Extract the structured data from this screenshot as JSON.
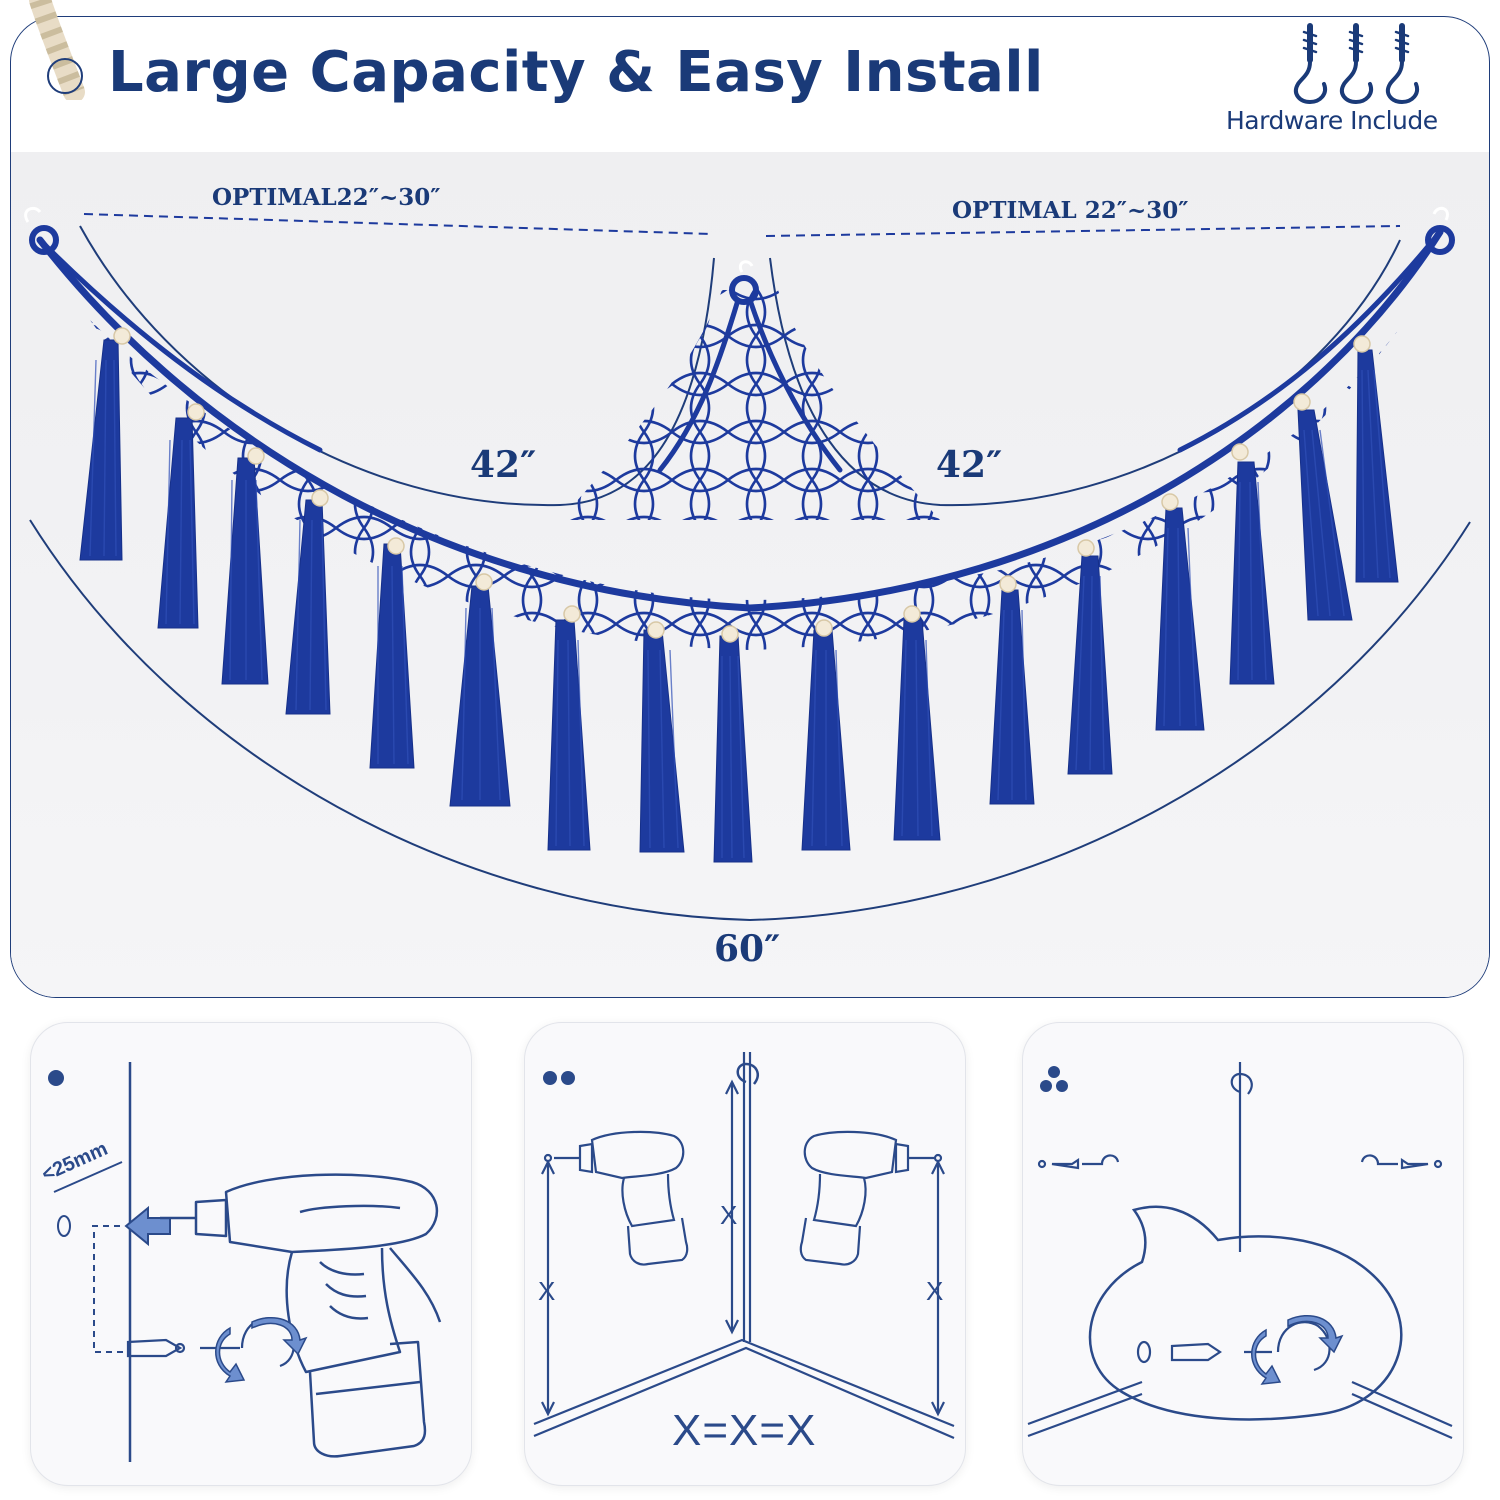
{
  "header": {
    "title": "Large Capacity & Easy Install",
    "hardware_label": "Hardware Include",
    "hardware_icon": "screw-hook-icon"
  },
  "dimensions": {
    "optimal_left": "OPTIMAL22″~30″",
    "optimal_right": "OPTIMAL 22″~30″",
    "span_left": "42″",
    "span_right": "42″",
    "total_width": "60″"
  },
  "steps": [
    {
      "step": 1,
      "max_distance": "<25mm"
    },
    {
      "step": 2,
      "x_label": "X",
      "equation": "X=X=X"
    },
    {
      "step": 3
    }
  ],
  "colors": {
    "brand_navy": "#1a3a78",
    "net_blue": "#1d3a9e",
    "line_art": "#2b4a8a",
    "accent_arrow": "#5f82c4"
  }
}
